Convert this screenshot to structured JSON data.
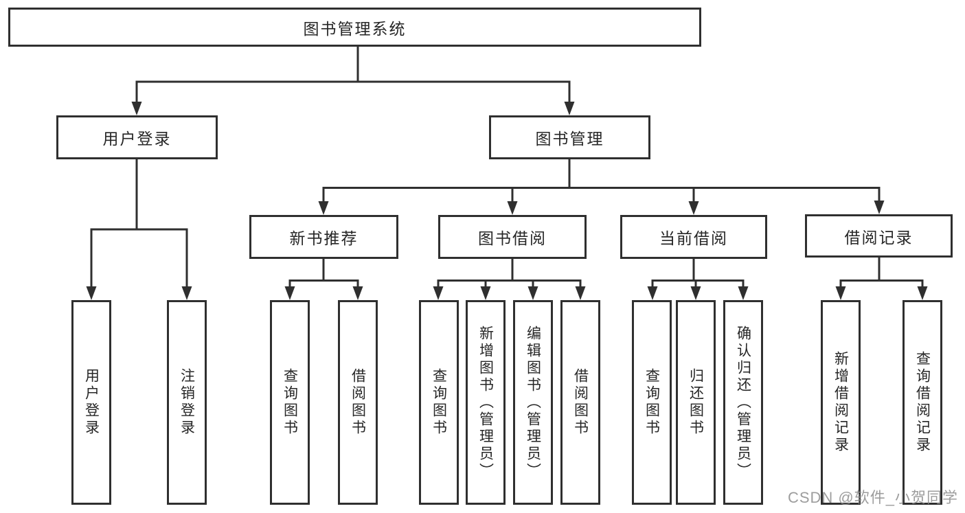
{
  "colors": {
    "line": "#2f2f2f",
    "text": "#262626",
    "box_background": "#ffffff",
    "watermark": "#8c8c8c",
    "page_background": "#ffffff"
  },
  "nodes": {
    "root": "图书管理系统",
    "user_login": "用户登录",
    "book_management": "图书管理",
    "new_book_recommend": "新书推荐",
    "book_borrowing": "图书借阅",
    "current_borrowing": "当前借阅",
    "borrowing_records": "借阅记录",
    "leaves": {
      "user_login": "用户登录",
      "logout": "注销登录",
      "rec_query_books": "查询图书",
      "rec_borrow_books": "借阅图书",
      "bor_query_books": "查询图书",
      "bor_add_books_admin": "新增图书（管理员）",
      "bor_edit_books_admin": "编辑图书（管理员）",
      "bor_borrow_books": "借阅图书",
      "cur_query_books": "查询图书",
      "cur_return_books": "归还图书",
      "cur_confirm_return_admin": "确认归还（管理员）",
      "rcd_add_record": "新增借阅记录",
      "rcd_query_record": "查询借阅记录"
    }
  },
  "watermark": "CSDN @软件_小贺同学"
}
